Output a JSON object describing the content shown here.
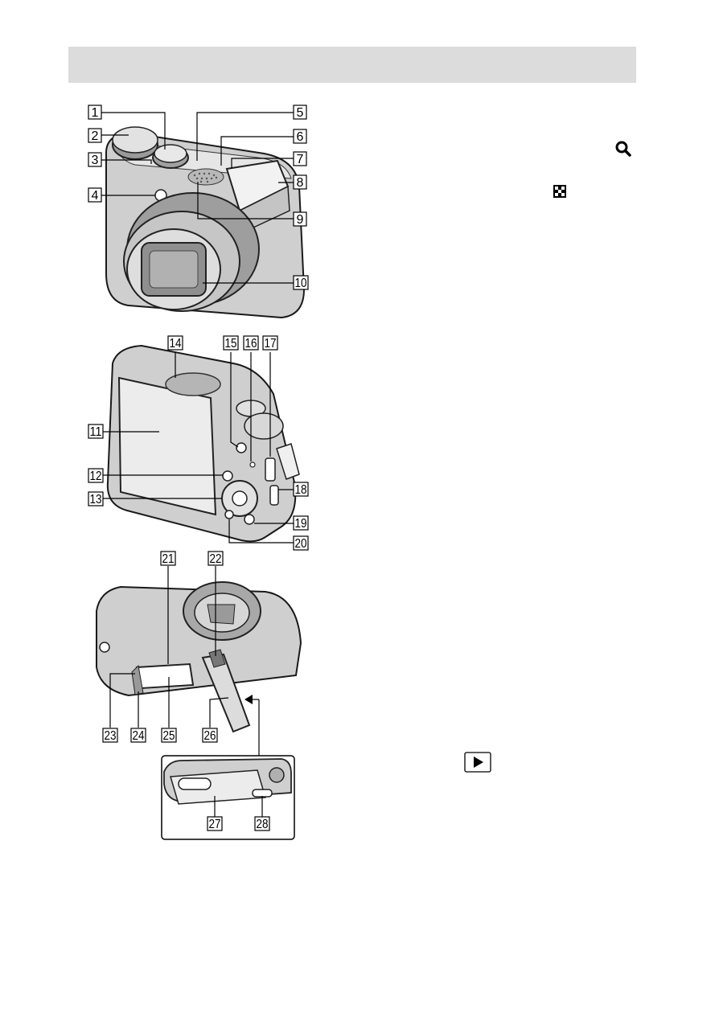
{
  "labels": {
    "l1": "1",
    "l2": "2",
    "l3": "3",
    "l4": "4",
    "l5": "5",
    "l6": "6",
    "l7": "7",
    "l8": "8",
    "l9": "9",
    "l10": "10",
    "l11": "11",
    "l12": "12",
    "l13": "13",
    "l14": "14",
    "l15": "15",
    "l16": "16",
    "l17": "17",
    "l18": "18",
    "l19": "19",
    "l20": "20",
    "l21": "21",
    "l22": "22",
    "l23": "23",
    "l24": "24",
    "l25": "25",
    "l26": "26",
    "l27": "27",
    "l28": "28"
  },
  "icons": {
    "zoom": "magnifier-icon",
    "index": "grid-index-icon",
    "playback": "playback-triangle-icon"
  },
  "colors": {
    "header_bar": "#dcdcdc",
    "camera_body": "#cfcfcf",
    "camera_dark": "#8a8a8a",
    "lens_glass": "#a9a9a9"
  }
}
